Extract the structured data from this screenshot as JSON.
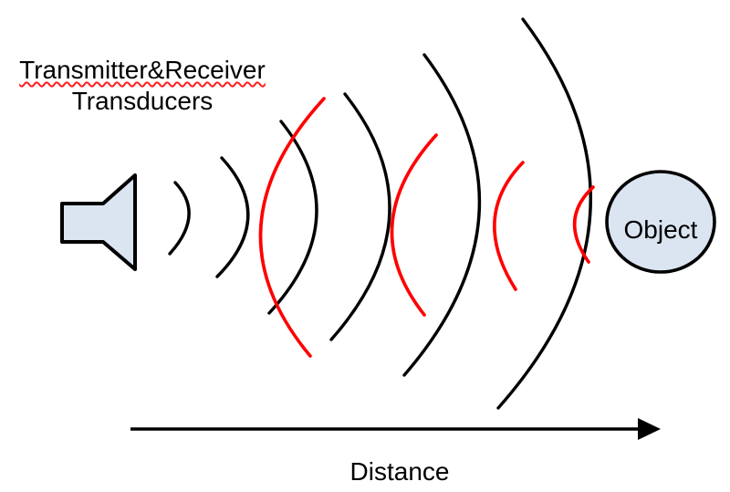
{
  "diagram": {
    "title_line1": "Transmitter&Receiver",
    "title_line2": "Transducers",
    "object_label": "Object",
    "distance_label": "Distance"
  },
  "icons": {
    "transducer": "speaker-icon",
    "arrowhead": "distance-arrowhead-icon"
  },
  "colors": {
    "background": "#ffffff",
    "outgoing_wave": "#000000",
    "reflected_wave": "#ff0000",
    "shape_fill": "#dbe5f1",
    "shape_stroke": "#000000",
    "text": "#000000",
    "spellcheck_underline": "#ff2020"
  },
  "waves": {
    "outgoing": {
      "color_key": "outgoing_wave",
      "stroke_width": 3.4,
      "paths": [
        "M192,200 Q225,235 186,278",
        "M243,173 Q303,238 238,303",
        "M308,133 Q392,238 295,343",
        "M378,103 Q483,236 363,372",
        "M465,60 Q596,234 443,411",
        "M573,21 Q734,234 546,447"
      ]
    },
    "reflected": {
      "color_key": "reflected_wave",
      "stroke_width": 3.6,
      "paths": [
        "M355,108 Q224,251 340,390",
        "M478,148 Q388,247 465,345",
        "M573,178 Q515,238 565,317",
        "M650,205 Q612,240 645,287"
      ]
    }
  }
}
